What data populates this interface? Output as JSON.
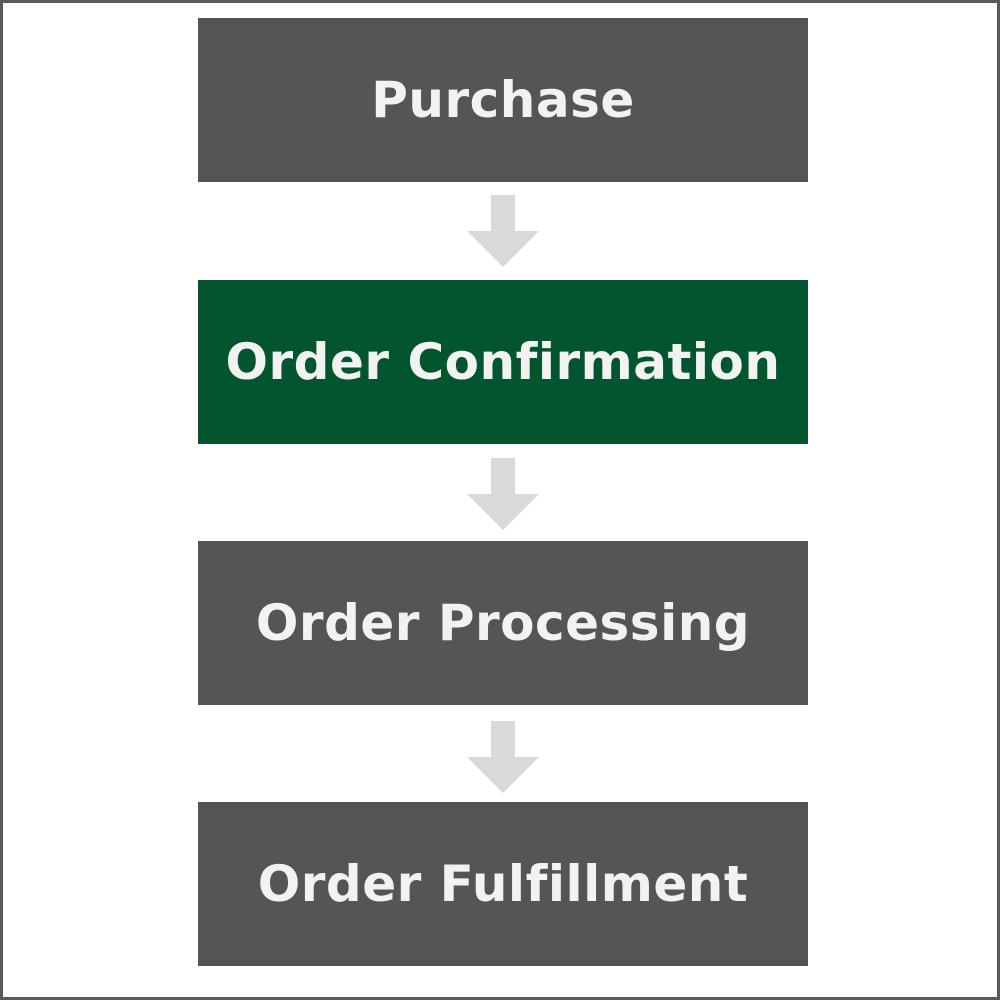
{
  "flow": {
    "steps": [
      {
        "label": "Purchase",
        "color": "#555555"
      },
      {
        "label": "Order Confirmation",
        "color": "#02552e"
      },
      {
        "label": "Order Processing",
        "color": "#555555"
      },
      {
        "label": "Order Fulfillment",
        "color": "#555555"
      }
    ],
    "arrow_color": "#d9d9d9",
    "text_color": "#f2f2f2"
  }
}
